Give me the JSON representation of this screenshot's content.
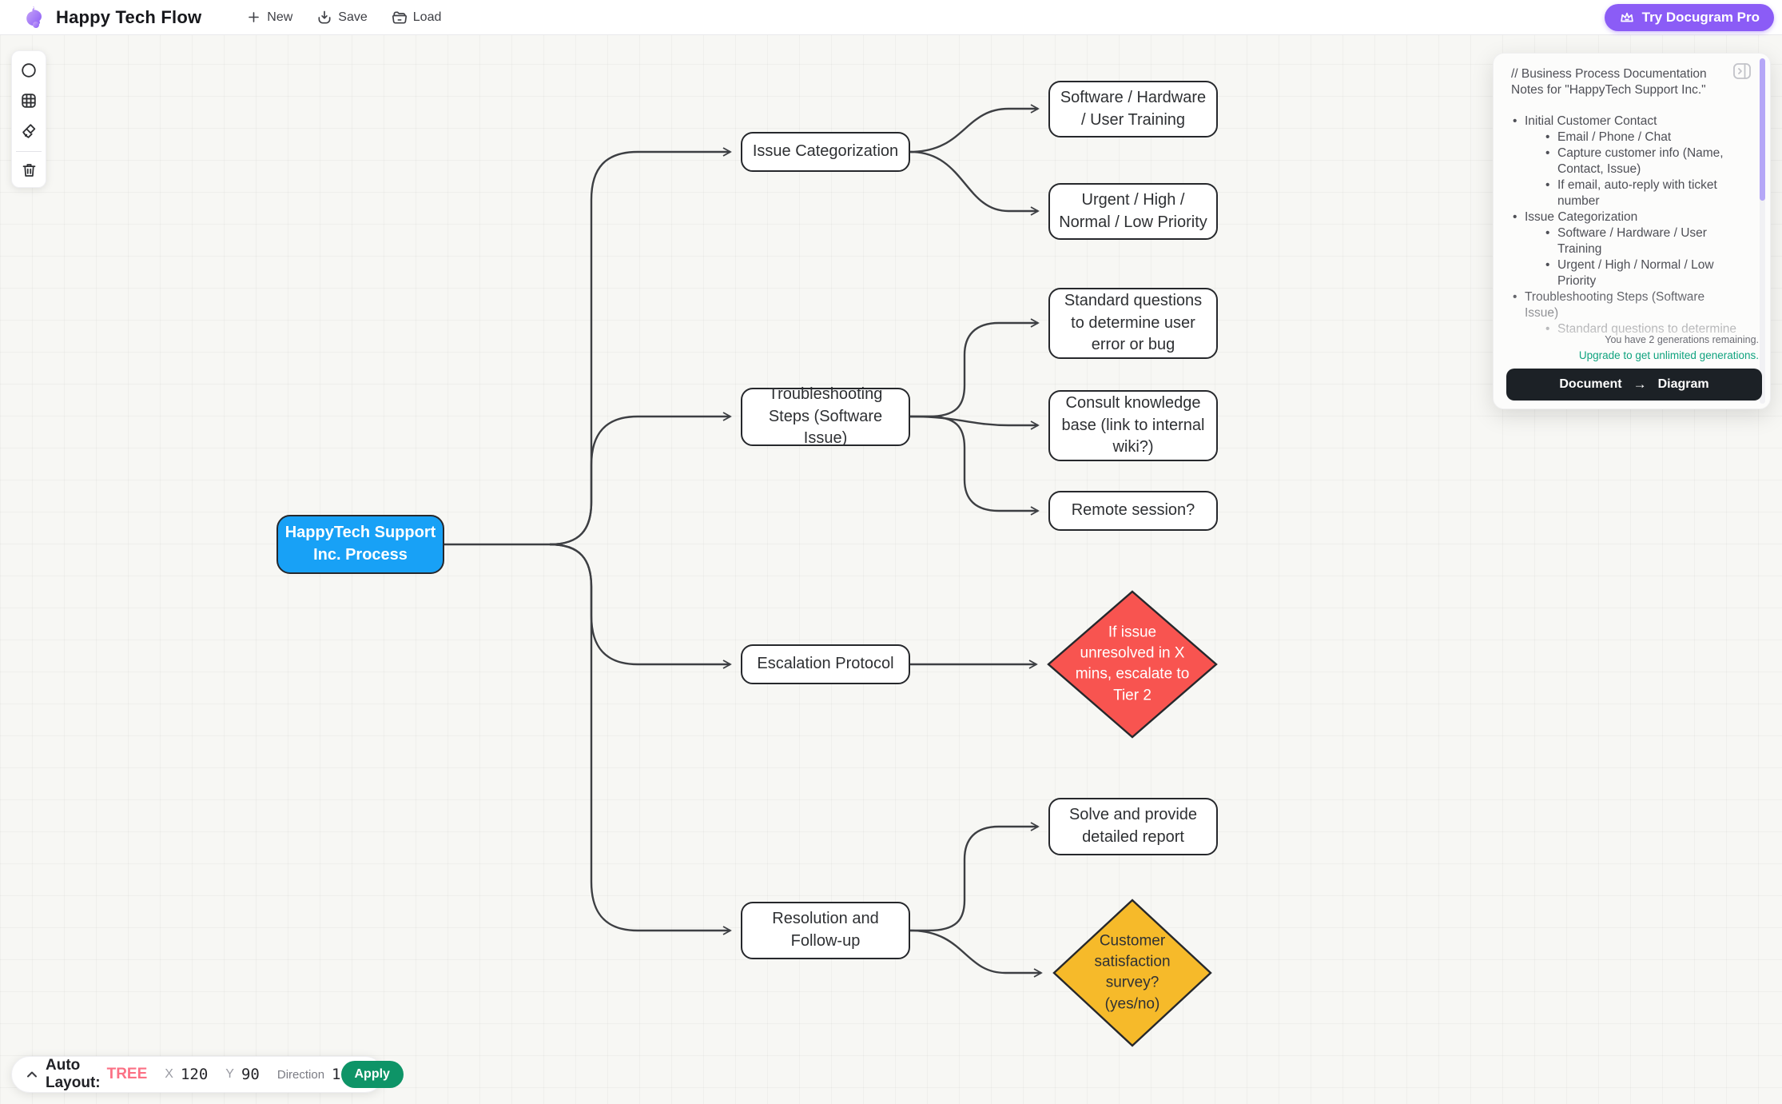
{
  "header": {
    "title": "Happy Tech Flow",
    "menu": {
      "new": "New",
      "save": "Save",
      "load": "Load"
    },
    "pro_button": "Try Docugram Pro"
  },
  "toolbar": {
    "items": [
      "circle-tool",
      "grid-tool",
      "clean-canvas-tool",
      "delete-tool"
    ]
  },
  "notes_panel": {
    "heading": "// Business Process Documentation Notes for \"HappyTech Support Inc.\"",
    "outline": [
      {
        "label": "Initial Customer Contact",
        "children": [
          "Email / Phone / Chat",
          "Capture customer info (Name, Contact, Issue)",
          "If email, auto-reply with ticket number"
        ]
      },
      {
        "label": "Issue Categorization",
        "children": [
          "Software / Hardware / User Training",
          "Urgent / High / Normal / Low Priority"
        ]
      },
      {
        "label": "Troubleshooting Steps (Software Issue)",
        "children": [
          "Standard questions to determine"
        ]
      }
    ],
    "remaining_text": "You have 2 generations remaining.",
    "upgrade_link": "Upgrade to get unlimited generations.",
    "generate_button": {
      "from": "Document",
      "arrow": "→",
      "to": "Diagram"
    }
  },
  "auto_layout_bar": {
    "label": "Auto Layout:",
    "mode": "TREE",
    "x_label": "X",
    "x_value": "120",
    "y_label": "Y",
    "y_value": "90",
    "direction_label": "Direction",
    "direction_value": "1",
    "apply_label": "Apply"
  },
  "diagram": {
    "nodes": [
      {
        "id": "root",
        "label": "HappyTech Support Inc. Process",
        "shape": "rounded-rect",
        "color": "#18A1F6"
      },
      {
        "id": "issue-categorization",
        "label": "Issue Categorization",
        "shape": "rounded-rect",
        "color": "#FFFFFF"
      },
      {
        "id": "software-hardware",
        "label": "Software / Hardware / User Training",
        "shape": "rounded-rect",
        "color": "#FFFFFF"
      },
      {
        "id": "priority",
        "label": "Urgent / High / Normal / Low Priority",
        "shape": "rounded-rect",
        "color": "#FFFFFF"
      },
      {
        "id": "troubleshooting",
        "label": "Troubleshooting Steps (Software Issue)",
        "shape": "rounded-rect",
        "color": "#FFFFFF"
      },
      {
        "id": "standard-questions",
        "label": "Standard questions to determine user error or bug",
        "shape": "rounded-rect",
        "color": "#FFFFFF"
      },
      {
        "id": "consult-kb",
        "label": "Consult knowledge base (link to internal wiki?)",
        "shape": "rounded-rect",
        "color": "#FFFFFF"
      },
      {
        "id": "remote-session",
        "label": "Remote session?",
        "shape": "rounded-rect",
        "color": "#FFFFFF"
      },
      {
        "id": "escalation",
        "label": "Escalation Protocol",
        "shape": "rounded-rect",
        "color": "#FFFFFF"
      },
      {
        "id": "tier2",
        "label": "If issue unresolved in X mins, escalate to Tier 2",
        "shape": "diamond",
        "color": "#F85450"
      },
      {
        "id": "resolution",
        "label": "Resolution and Follow-up",
        "shape": "rounded-rect",
        "color": "#FFFFFF"
      },
      {
        "id": "solve-report",
        "label": "Solve and provide detailed report",
        "shape": "rounded-rect",
        "color": "#FFFFFF"
      },
      {
        "id": "survey",
        "label": "Customer satisfaction survey? (yes/no)",
        "shape": "diamond",
        "color": "#F6BA2A"
      }
    ],
    "edges": [
      [
        "root",
        "issue-categorization"
      ],
      [
        "root",
        "troubleshooting"
      ],
      [
        "root",
        "escalation"
      ],
      [
        "root",
        "resolution"
      ],
      [
        "issue-categorization",
        "software-hardware"
      ],
      [
        "issue-categorization",
        "priority"
      ],
      [
        "troubleshooting",
        "standard-questions"
      ],
      [
        "troubleshooting",
        "consult-kb"
      ],
      [
        "troubleshooting",
        "remote-session"
      ],
      [
        "escalation",
        "tier2"
      ],
      [
        "resolution",
        "solve-report"
      ],
      [
        "resolution",
        "survey"
      ]
    ]
  },
  "colors": {
    "accent_purple": "#8B5CF6",
    "node_blue": "#18A1F6",
    "diamond_red": "#F85450",
    "diamond_yellow": "#F6BA2A",
    "apply_green": "#0E9467",
    "tree_pink": "#FB7185",
    "upgrade_teal": "#10A37F",
    "edge_gray": "#3D3F43"
  }
}
